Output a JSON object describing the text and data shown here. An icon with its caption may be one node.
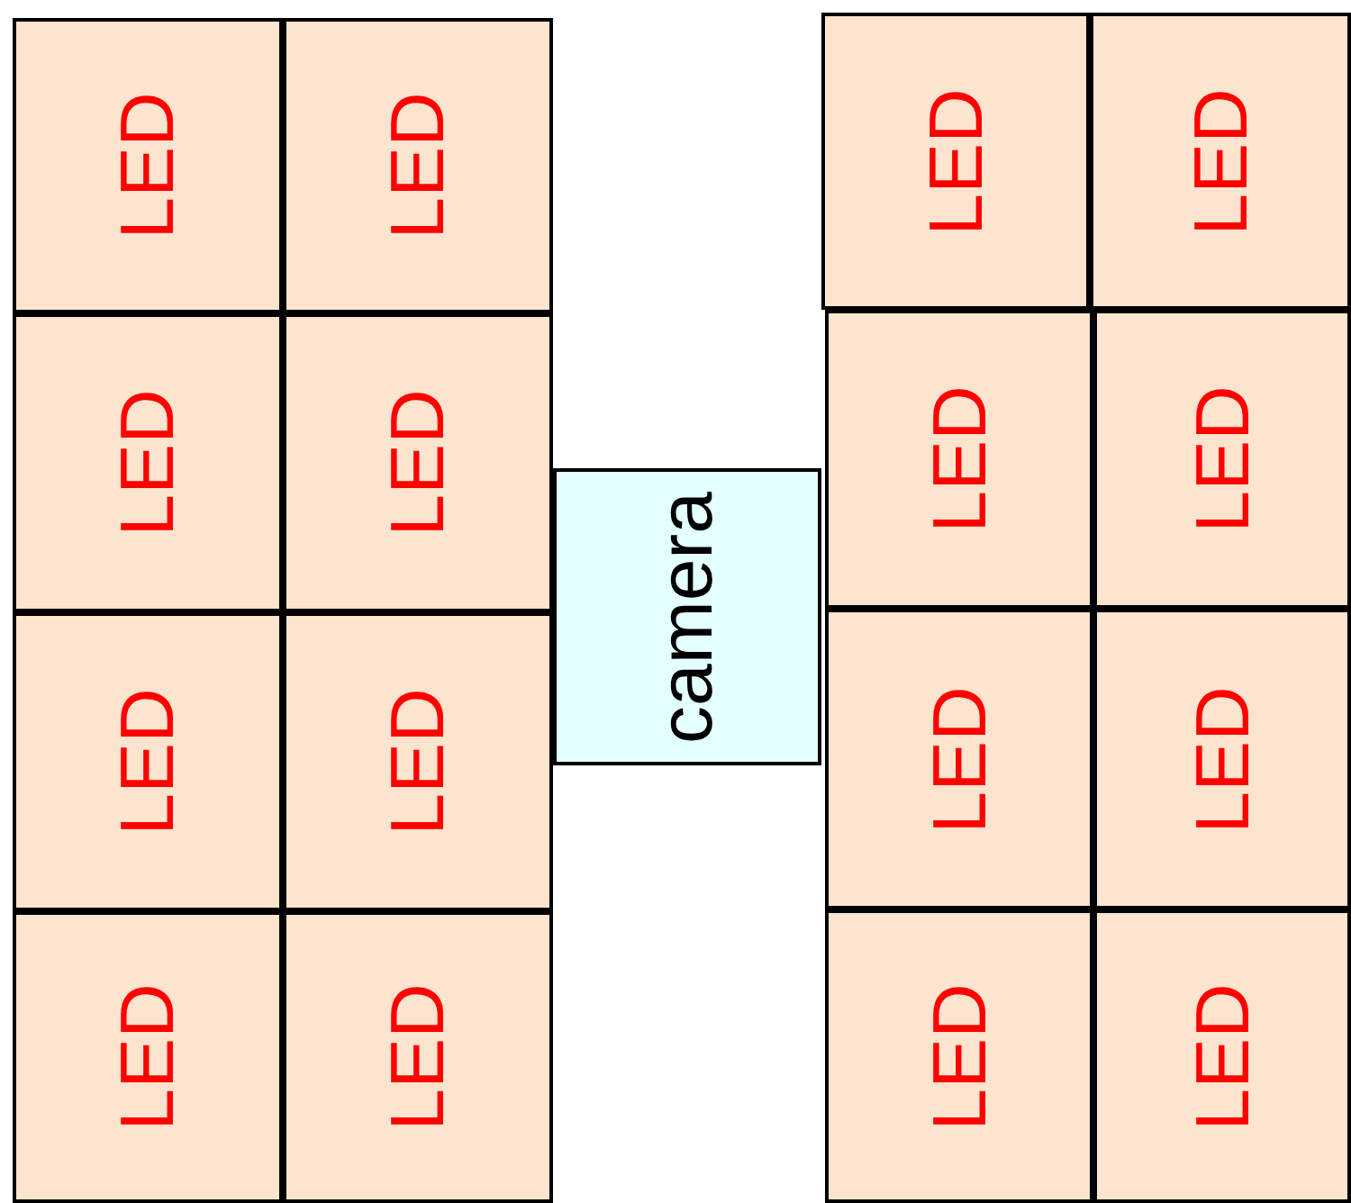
{
  "diagram": {
    "nodes": [
      {
        "text": [
          "LED"
        ]
      },
      {
        "text": [
          "LED"
        ]
      },
      {
        "text": [
          "LED"
        ]
      },
      {
        "text": [
          "LED"
        ]
      },
      {
        "text": [
          "LED"
        ]
      },
      {
        "text": [
          "LED"
        ]
      },
      {
        "text": [
          "LED"
        ]
      },
      {
        "text": [
          "LED"
        ]
      },
      {
        "text": [
          "camera"
        ]
      },
      {
        "text": [
          "LED"
        ]
      },
      {
        "text": [
          "LED"
        ]
      },
      {
        "text": [
          "LED"
        ]
      },
      {
        "text": [
          "LED"
        ]
      },
      {
        "text": [
          "LED"
        ]
      },
      {
        "text": [
          "LED"
        ]
      },
      {
        "text": [
          "LED"
        ]
      },
      {
        "text": [
          "LED"
        ]
      }
    ]
  }
}
